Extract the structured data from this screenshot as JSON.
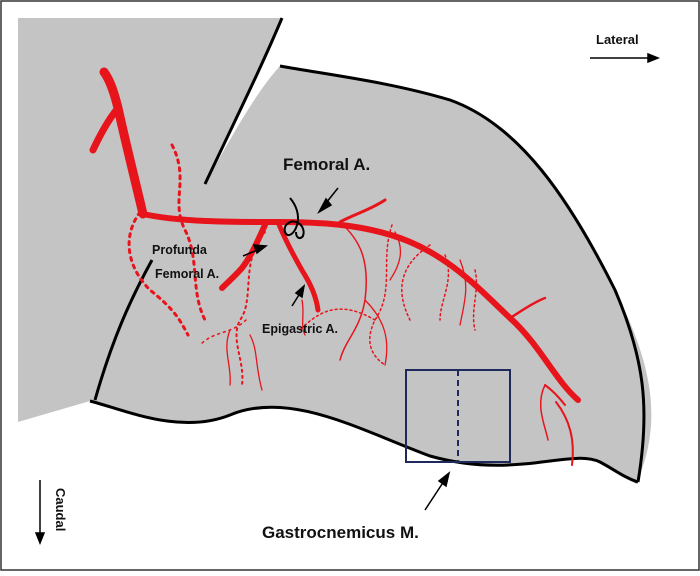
{
  "labels": {
    "lateral": "Lateral",
    "caudal": "Caudal",
    "femoral_artery": "Femoral A.",
    "profunda_line1": "Profunda",
    "profunda_line2": "Femoral A.",
    "epigastric": "Epigastric A.",
    "gastrocnemius": "Gastrocnemicus M."
  },
  "colors": {
    "tissue": "#c4c4c4",
    "outline": "#000000",
    "vessel": "#e8141c",
    "flap": "#1f2a5c",
    "background": "#ffffff"
  }
}
